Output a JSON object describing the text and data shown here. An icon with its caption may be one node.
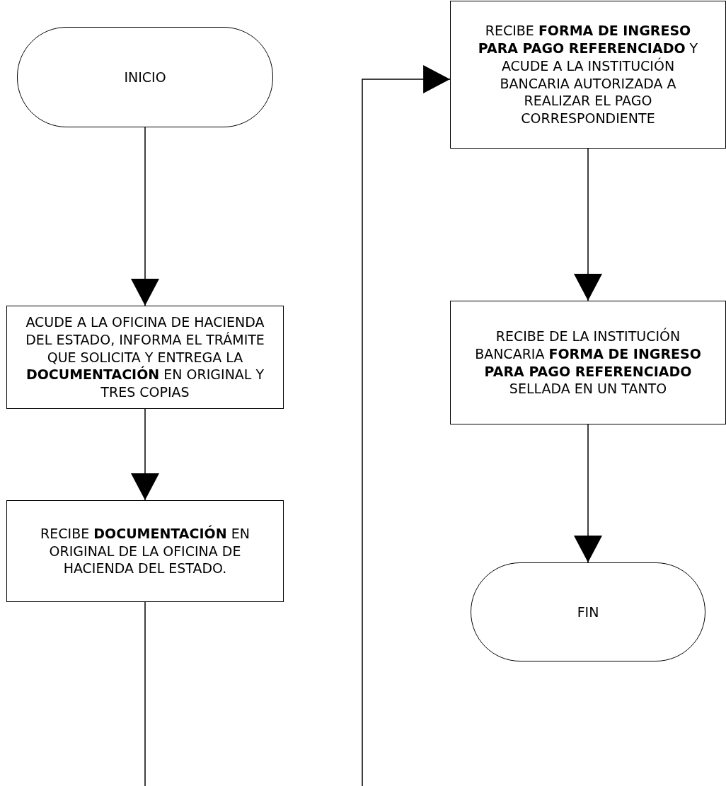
{
  "diagram": {
    "nodes": [
      {
        "text": [
          "INICIO"
        ]
      },
      {
        "text": [
          "ACUDE A LA OFICINA DE HACIENDA DEL ESTADO, INFORMA EL TRÁMITE QUE SOLICITA Y ENTREGA LA **DOCUMENTACIÓN** EN ORIGINAL Y TRES COPIAS"
        ]
      },
      {
        "text": [
          "RECIBE **DOCUMENTACIÓN** EN ORIGINAL DE LA OFICINA DE HACIENDA DEL ESTADO."
        ]
      },
      {
        "text": [
          "RECIBE **FORMA DE INGRESO PARA PAGO REFERENCIADO** Y ACUDE A LA INSTITUCIÓN BANCARIA AUTORIZADA A REALIZAR EL PAGO CORRESPONDIENTE"
        ]
      },
      {
        "text": [
          "RECIBE DE LA INSTITUCIÓN BANCARIA **FORMA DE INGRESO PARA PAGO REFERENCIADO** SELLADA EN UN TANTO"
        ]
      },
      {
        "text": [
          "FIN"
        ]
      }
    ],
    "edges": [
      {
        "from": 0,
        "to": 1,
        "arrow": "to"
      },
      {
        "from": 1,
        "to": 2,
        "arrow": "to"
      },
      {
        "from": 2,
        "to": null,
        "arrow": "none"
      },
      {
        "from": null,
        "to": 3,
        "arrow": "to"
      },
      {
        "from": 3,
        "to": 4,
        "arrow": "to"
      },
      {
        "from": 4,
        "to": 5,
        "arrow": "to"
      }
    ]
  }
}
